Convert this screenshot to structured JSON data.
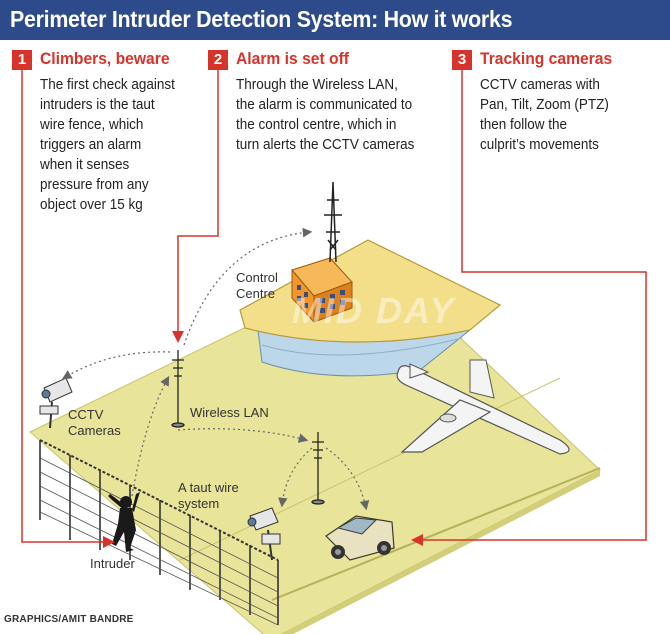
{
  "title": "Perimeter Intruder Detection System: How it works",
  "steps": [
    {
      "number": "1",
      "title": "Climbers, beware",
      "body": "The first check against\nintruders is the taut\nwire fence, which\ntriggers an alarm\nwhen it senses\npressure from any\nobject over 15 kg"
    },
    {
      "number": "2",
      "title": "Alarm is set off",
      "body": "Through the Wireless LAN,\nthe alarm is communicated to\nthe control centre, which in\nturn alerts the CCTV cameras"
    },
    {
      "number": "3",
      "title": "Tracking cameras",
      "body": "CCTV cameras with\nPan, Tilt, Zoom (PTZ)\nthen follow the\nculprit’s movements"
    }
  ],
  "labels": {
    "control_centre": "Control\nCentre",
    "cctv_cameras": "CCTV\nCameras",
    "wireless_lan": "Wireless LAN",
    "taut_wire": "A taut wire\nsystem",
    "intruder": "Intruder"
  },
  "watermark": "MID DAY",
  "credit": "GRAPHICS/AMIT BANDRE",
  "colors": {
    "title_bar": "#2d4a8a",
    "accent_red": "#d8332a",
    "ground": "#e8e49a",
    "building_top": "#f3de8a",
    "building_glass": "#bcd6ea",
    "tower_block": "#f0962a"
  }
}
